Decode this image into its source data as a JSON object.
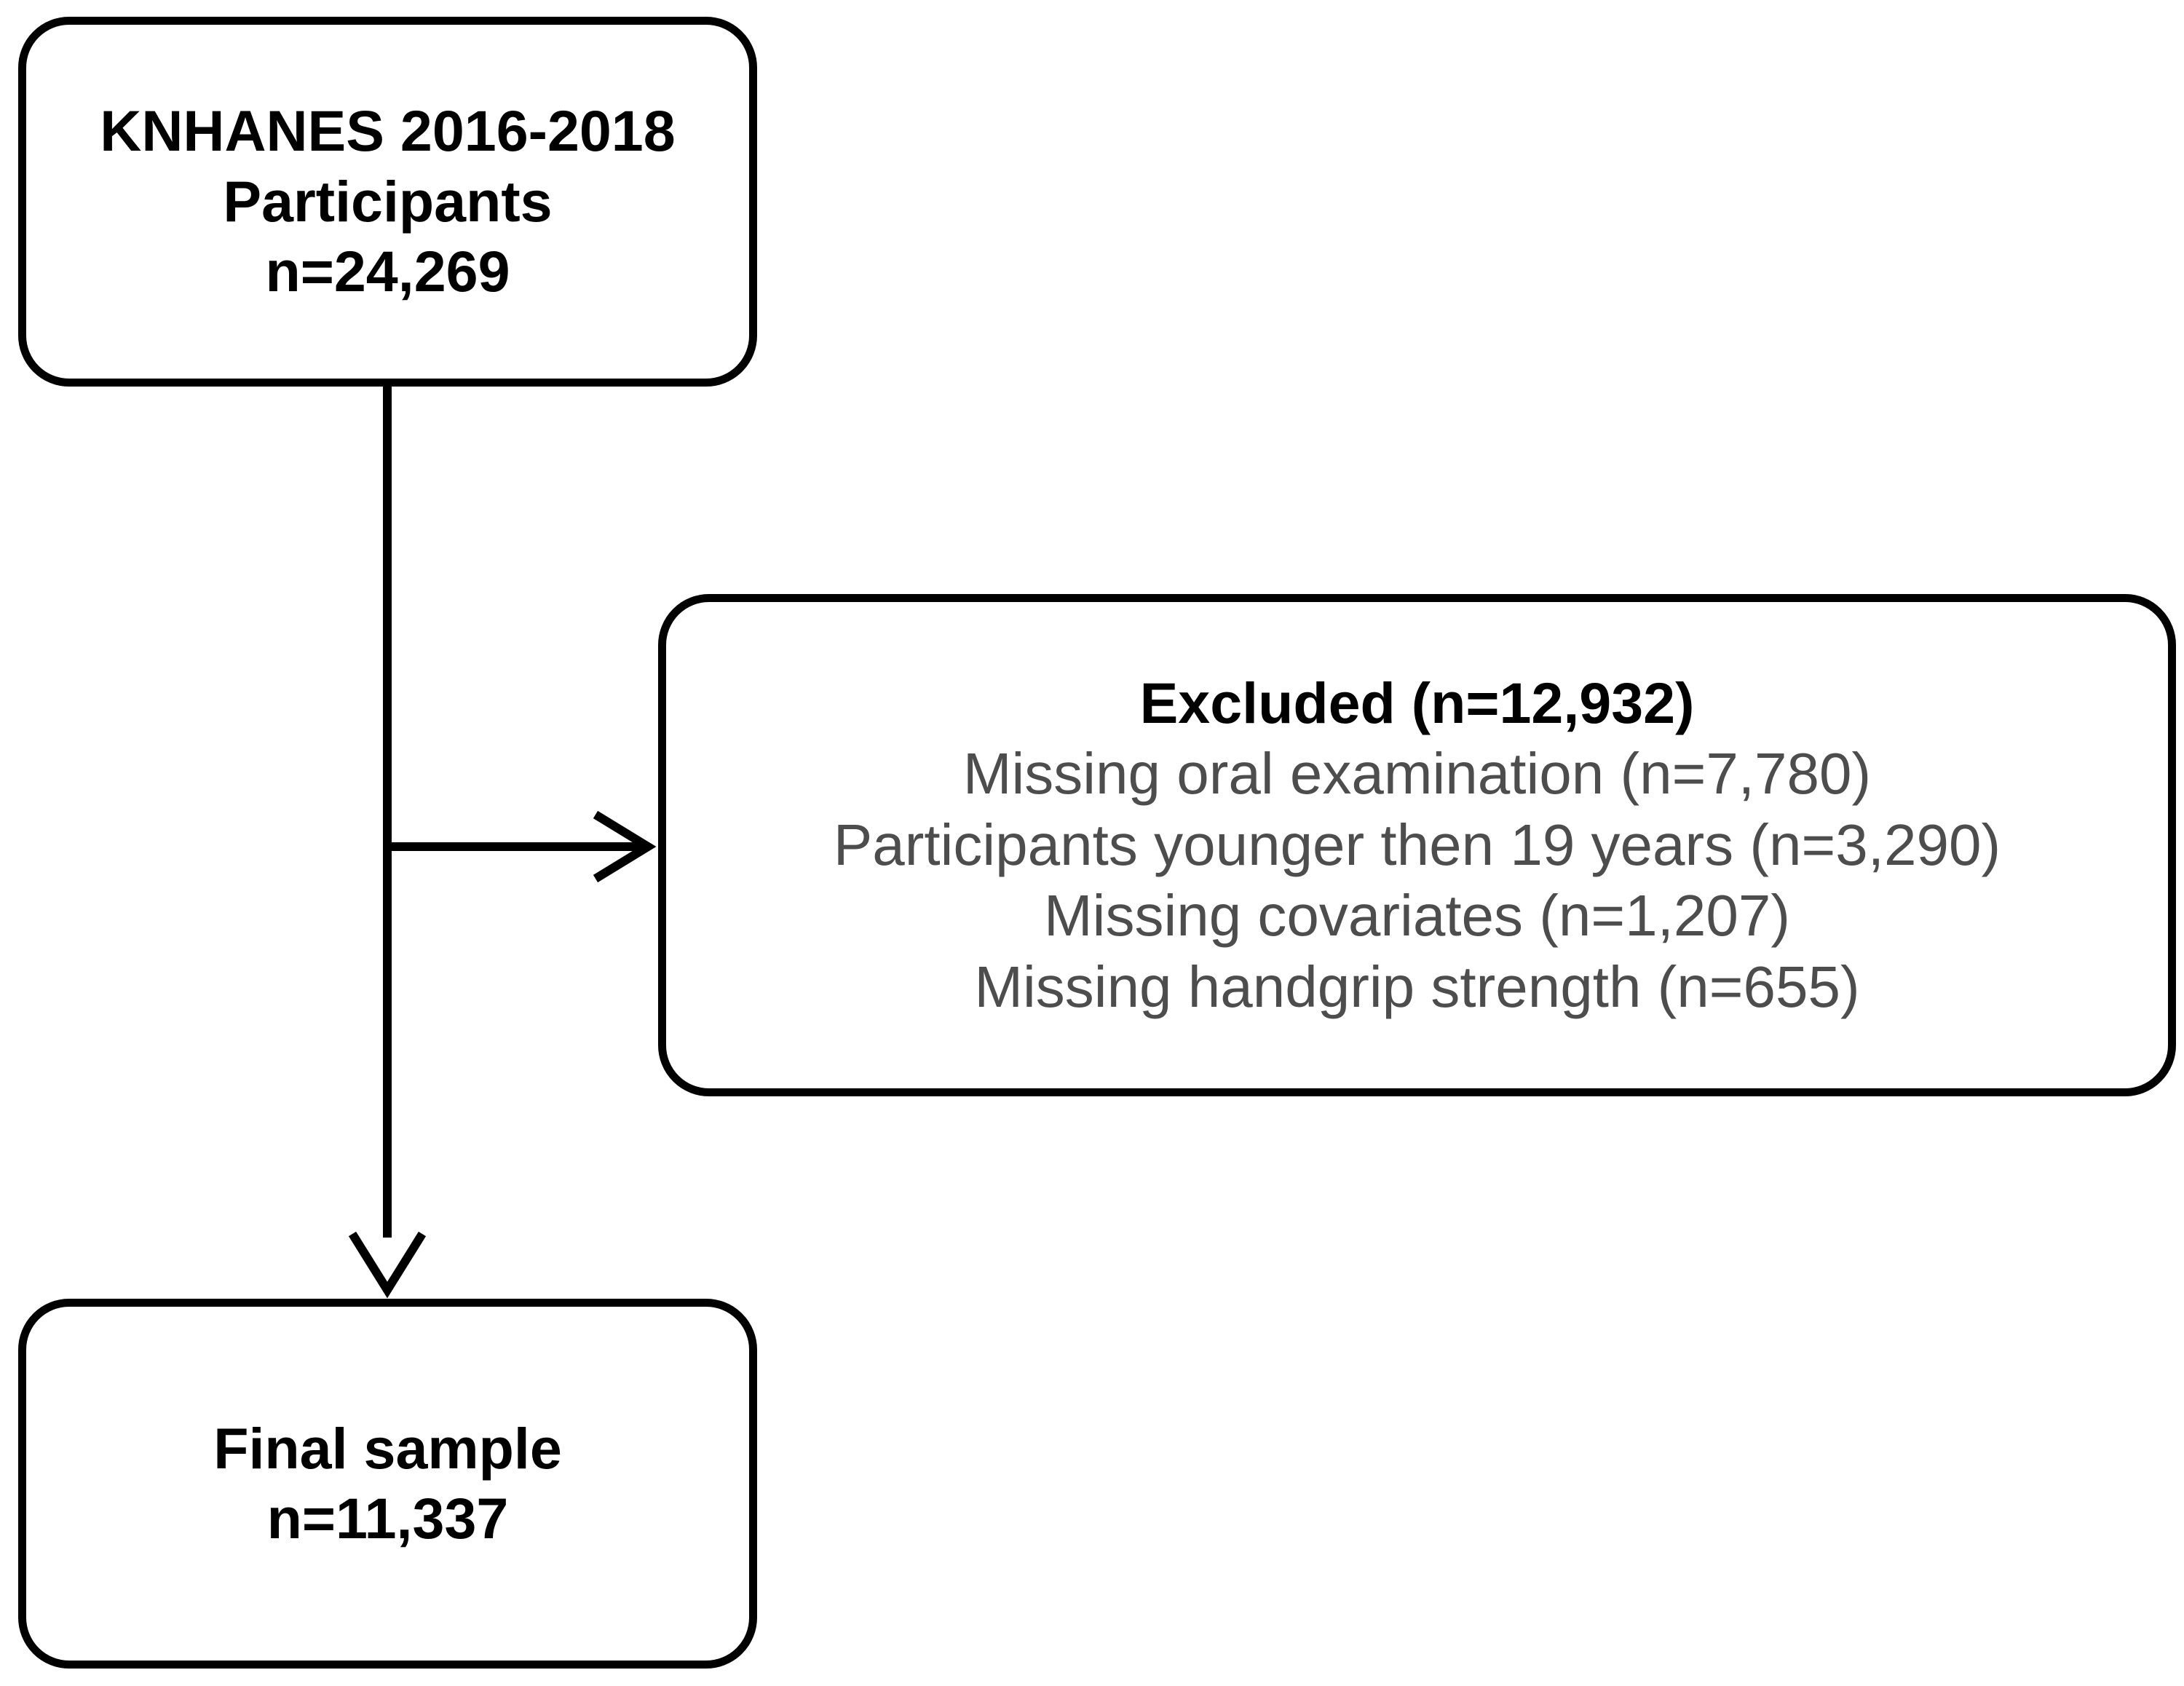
{
  "nodes": {
    "source": {
      "lines": [
        "KNHANES 2016-2018",
        "Participants",
        "n=24,269"
      ]
    },
    "excluded": {
      "heading": "Excluded (n=12,932)",
      "reasons": [
        "Missing oral examination (n=7,780)",
        "Participants younger then 19 years (n=3,290)",
        "Missing covariates (n=1,207)",
        "Missing handgrip strength (n=655)"
      ]
    },
    "final": {
      "lines": [
        "Final sample",
        "n=11,337"
      ]
    }
  },
  "edges": [
    {
      "from": "source",
      "to": "final"
    },
    {
      "from": "source",
      "to": "excluded"
    }
  ],
  "colors": {
    "stroke": "#000000",
    "heading_text": "#000000",
    "reason_text": "#4d4d4d",
    "background": "#ffffff"
  }
}
